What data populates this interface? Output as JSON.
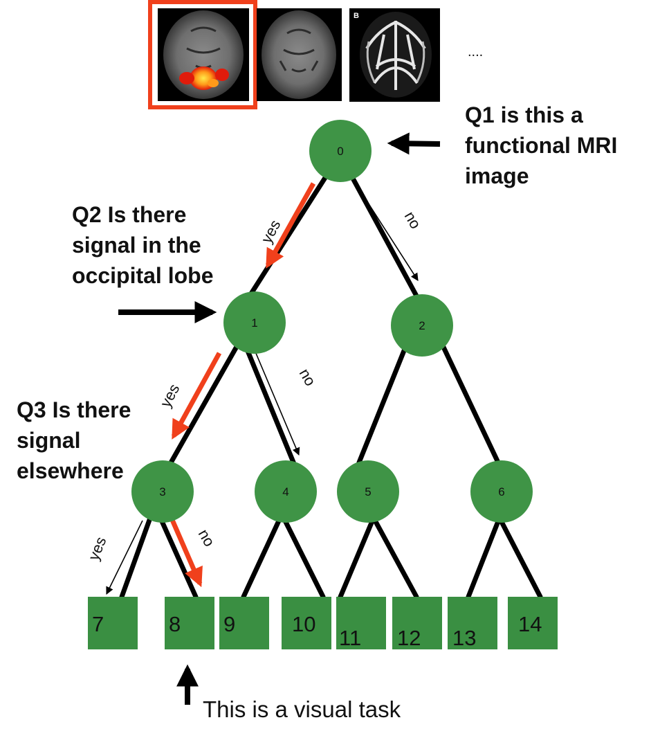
{
  "images": [
    {
      "name": "fmri-brain-scan",
      "highlighted": true
    },
    {
      "name": "structural-mri-brain-scan",
      "highlighted": false
    },
    {
      "name": "dti-brain-scan",
      "panel_letter": "B",
      "highlighted": false
    }
  ],
  "ellipsis": "....",
  "questions": {
    "q1": "Q1 is this a\nfunctional MRI\nimage",
    "q2": "Q2 Is there\nsignal in the\noccipital lobe",
    "q3": "Q3 Is there\nsignal\nelsewhere"
  },
  "caption": "This is a visual task",
  "tree": {
    "nodes": [
      "0",
      "1",
      "2",
      "3",
      "4",
      "5",
      "6"
    ],
    "leaves": [
      "7",
      "8",
      "9",
      "10",
      "11",
      "12",
      "13",
      "14"
    ],
    "edge_labels": {
      "n0_yes": "yes",
      "n0_no": "no",
      "n1_yes": "yes",
      "n1_no": "no",
      "n3_yes": "yes",
      "n3_no": "no"
    },
    "path": [
      "0",
      "1",
      "3",
      "8"
    ]
  },
  "colors": {
    "node_fill": "#3f9446",
    "leaf_fill": "#3a8f42",
    "edge": "#000000",
    "path_arrow": "#f0401c",
    "highlight_border": "#f0401c"
  }
}
